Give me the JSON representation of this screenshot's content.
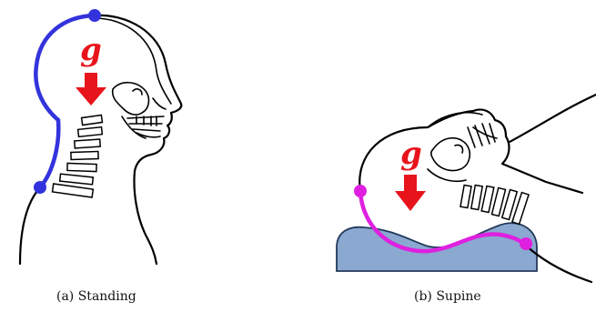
{
  "panels": [
    {
      "id": "standing",
      "caption": "(a)  Standing",
      "gravity_label": "g",
      "spine_curve_color": "#3333dd",
      "arrow_color": "#e8141c"
    },
    {
      "id": "supine",
      "caption": "(b)  Supine",
      "gravity_label": "g",
      "spine_curve_color": "#e020e0",
      "arrow_color": "#e8141c",
      "pillow_color": "#8aa8d0"
    }
  ]
}
